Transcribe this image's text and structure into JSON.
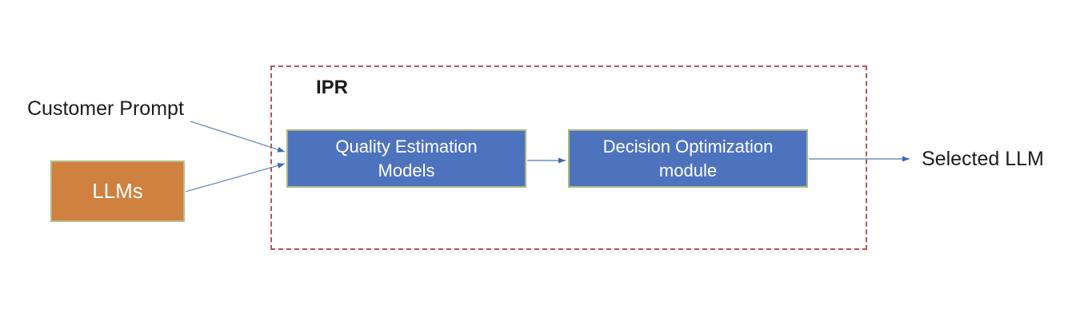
{
  "diagram": {
    "background": "#FFFFFF",
    "text_color": "#1C1C1C",
    "labels": {
      "customer_prompt": "Customer Prompt",
      "selected_llm": "Selected LLM"
    },
    "container": {
      "label": "IPR",
      "border_color": "#B85450",
      "border_style": "dashed"
    },
    "nodes": {
      "llms": {
        "label": "LLMs",
        "fill": "#D0813F",
        "border": "#B6BC87",
        "text_color": "#FFFFFF"
      },
      "quality_estimation": {
        "lines": [
          "Quality Estimation",
          "Models"
        ],
        "fill": "#4E73BE",
        "border": "#A6B67F",
        "text_color": "#FFFFFF"
      },
      "decision_optimization": {
        "lines": [
          "Decision Optimization",
          "module"
        ],
        "fill": "#4E73BE",
        "border": "#A6B67F",
        "text_color": "#FFFFFF"
      }
    },
    "connectors": {
      "line_color": "#6E8EC9",
      "arrowhead_color": "#3F68B5",
      "edges": [
        {
          "from": "customer-prompt",
          "to": "quality-estimation-models"
        },
        {
          "from": "llms",
          "to": "quality-estimation-models"
        },
        {
          "from": "quality-estimation-models",
          "to": "decision-optimization-module"
        },
        {
          "from": "decision-optimization-module",
          "to": "selected-llm"
        }
      ]
    }
  }
}
